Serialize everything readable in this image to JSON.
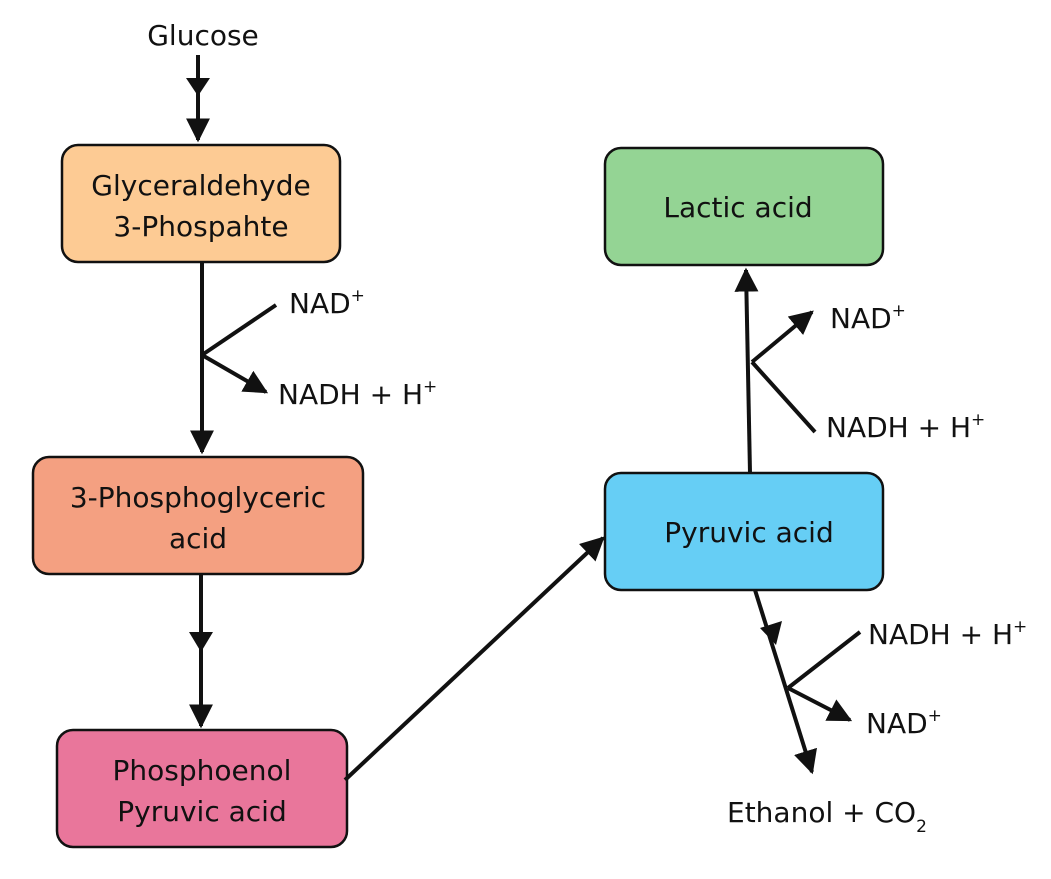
{
  "title": "Glycolysis and fermentation pathways",
  "nodes": {
    "glucose": "Glucose",
    "g3p": [
      "Glyceraldehyde",
      "3-Phospahte"
    ],
    "pga": [
      "3-Phosphoglyceric",
      "acid"
    ],
    "pep": [
      "Phosphoenol",
      "Pyruvic acid"
    ],
    "pyruvic": "Pyruvic acid",
    "lactic": "Lactic acid",
    "ethanol": "Ethanol + CO",
    "ethanol_sub": "2"
  },
  "cofactors": {
    "step1_in": "NAD",
    "step1_in_sup": "+",
    "step1_out": "NADH + H",
    "step1_out_sup": "+",
    "lactic_out": "NAD",
    "lactic_out_sup": "+",
    "lactic_in": "NADH + H",
    "lactic_in_sup": "+",
    "ethanol_in": "NADH + H",
    "ethanol_in_sup": "+",
    "ethanol_out": "NAD",
    "ethanol_out_sup": "+"
  },
  "colors": {
    "g3p": "#FDCB94",
    "pga": "#F4A081",
    "pep": "#E9769B",
    "pyruvic": "#66CEF5",
    "lactic": "#94D494"
  }
}
